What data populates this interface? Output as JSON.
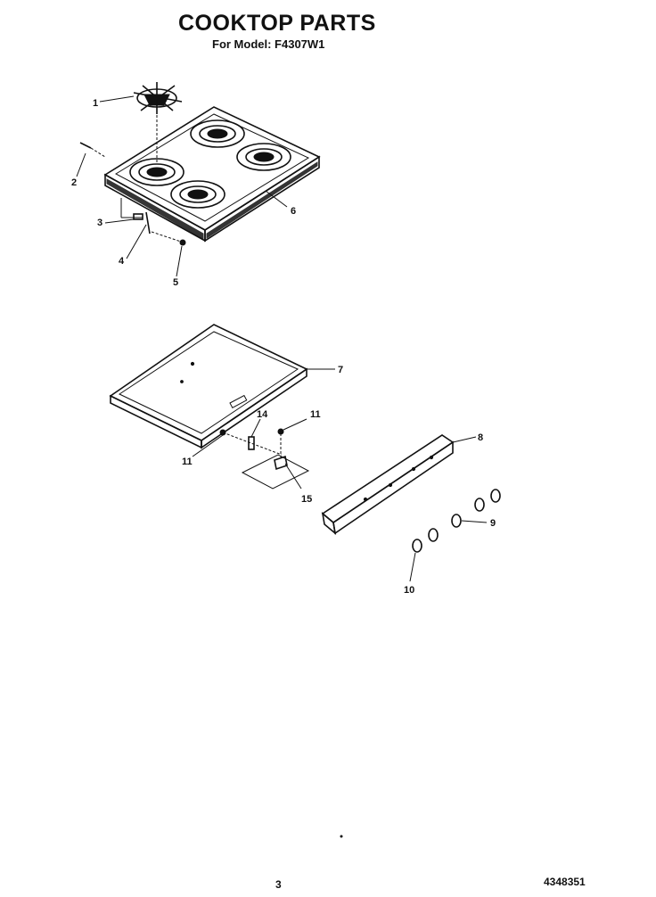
{
  "header": {
    "title": "COOKTOP PARTS",
    "subtitle": "For Model: F4307W1"
  },
  "footer": {
    "page_number": "3",
    "document_number": "4348351"
  },
  "callouts": [
    "1",
    "2",
    "3",
    "4",
    "5",
    "6",
    "7",
    "8",
    "9",
    "10",
    "11",
    "11",
    "14",
    "15"
  ]
}
